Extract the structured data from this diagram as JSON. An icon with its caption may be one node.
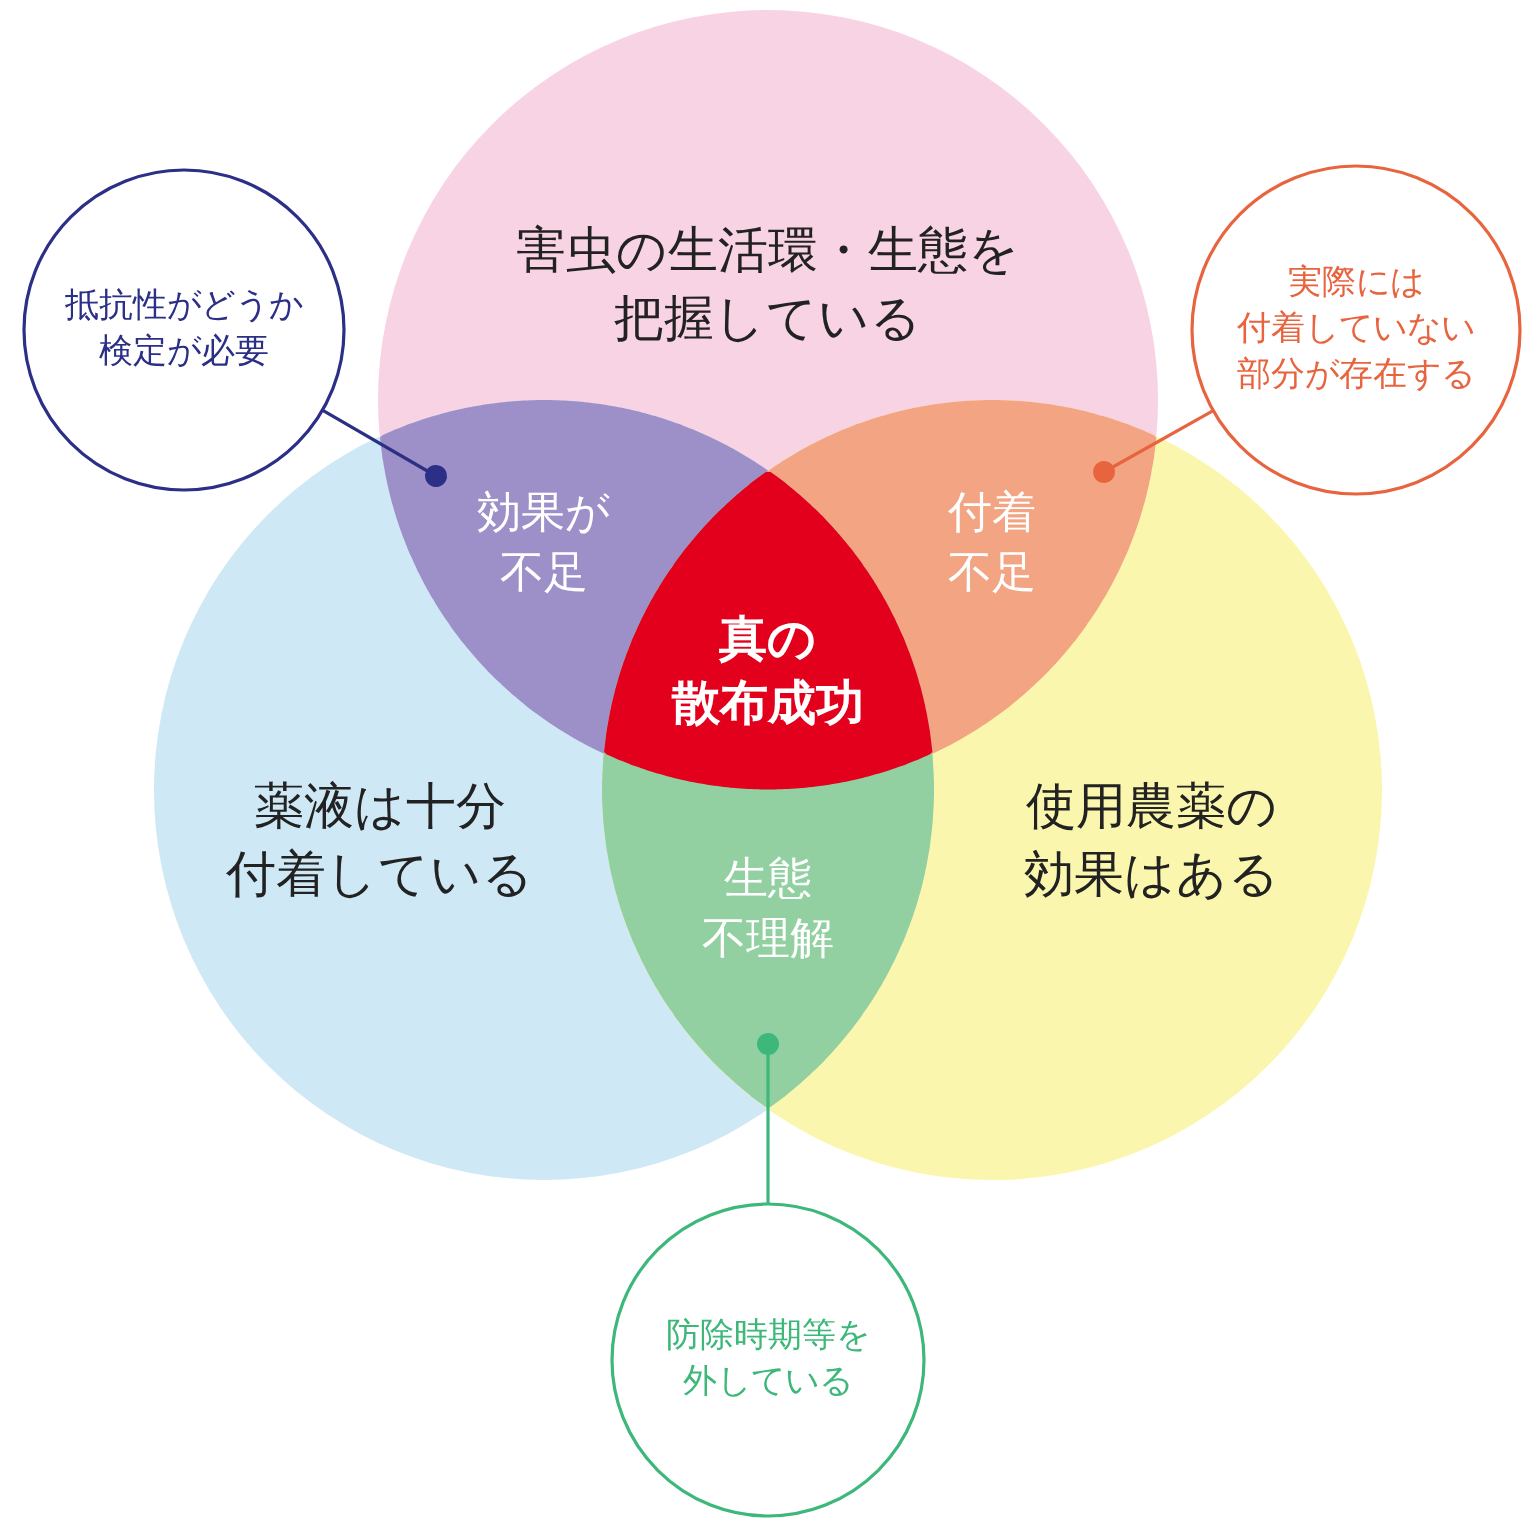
{
  "diagram": {
    "nodes": [
      {
        "text": [
          "害虫の生活環・生態を把握している"
        ]
      },
      {
        "text": [
          "薬液は十分付着している"
        ]
      },
      {
        "text": [
          "使用農薬の効果はある"
        ]
      },
      {
        "text": [
          "効果が不足"
        ]
      },
      {
        "text": [
          "付着不足"
        ]
      },
      {
        "text": [
          "生態不理解"
        ]
      },
      {
        "text": [
          "真の散布成功"
        ]
      },
      {
        "text": [
          "抵抗性がどうか検定が必要"
        ]
      },
      {
        "text": [
          "実際には付着していない部分が存在する"
        ]
      },
      {
        "text": [
          "防除時期等を外している"
        ]
      }
    ],
    "edges": [
      {
        "from": 7,
        "to": 3,
        "arrow": "other",
        "color": "#2c2f86"
      },
      {
        "from": 8,
        "to": 4,
        "arrow": "other",
        "color": "#e8643f"
      },
      {
        "from": 9,
        "to": 5,
        "arrow": "other",
        "color": "#3db77a"
      }
    ]
  }
}
